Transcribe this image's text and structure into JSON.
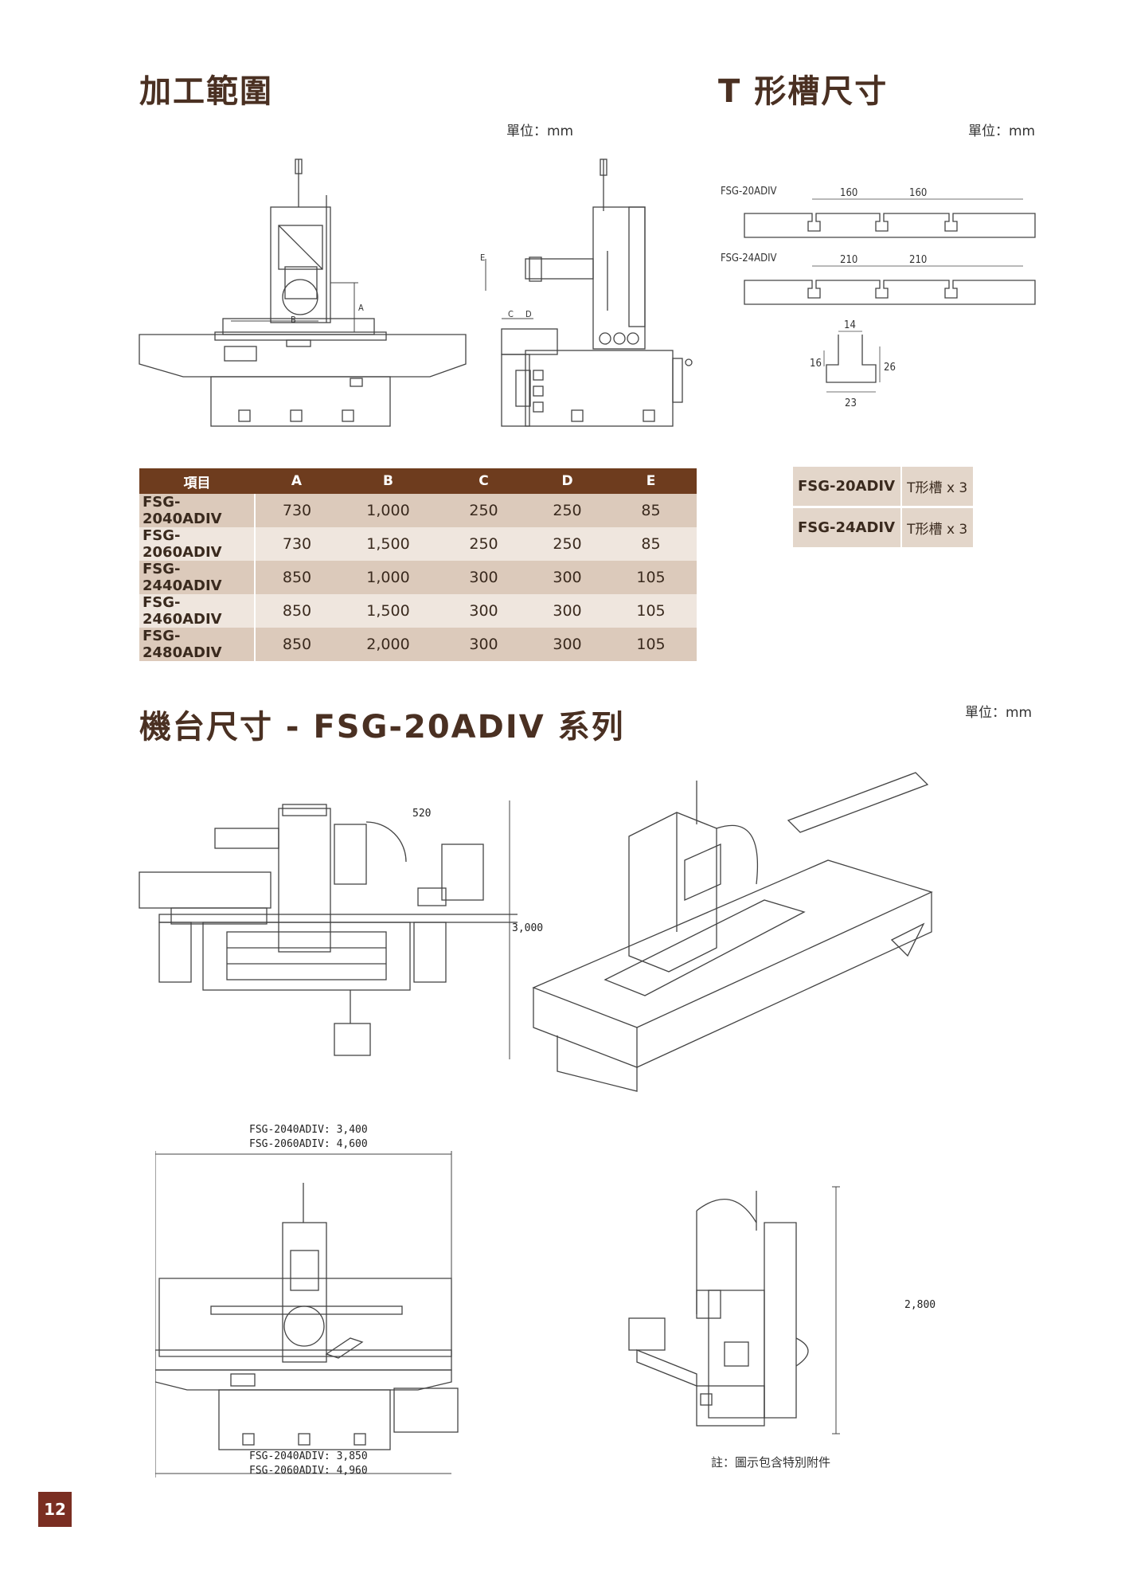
{
  "range_section": {
    "title": "加工範圍",
    "unit": "單位：mm"
  },
  "tslot_section": {
    "title": "T 形槽尺寸",
    "unit": "單位：mm"
  },
  "dims_section": {
    "title": "機台尺寸 - FSG-20ADIV 系列",
    "unit": "單位：mm"
  },
  "range_drawing": {
    "labels": {
      "a": "A",
      "b": "B",
      "c": "C",
      "d": "D",
      "e": "E"
    }
  },
  "tslot_drawing": {
    "model1": "FSG-20ADIV",
    "m1_left": "160",
    "m1_right": "160",
    "model2": "FSG-24ADIV",
    "m2_left": "210",
    "m2_right": "210",
    "top": "14",
    "left": "16",
    "right": "26",
    "bottom": "23"
  },
  "range_table": {
    "headers": [
      "項目",
      "A",
      "B",
      "C",
      "D",
      "E"
    ],
    "rows": [
      [
        "FSG-2040ADIV",
        "730",
        "1,000",
        "250",
        "250",
        "85"
      ],
      [
        "FSG-2060ADIV",
        "730",
        "1,500",
        "250",
        "250",
        "85"
      ],
      [
        "FSG-2440ADIV",
        "850",
        "1,000",
        "300",
        "300",
        "105"
      ],
      [
        "FSG-2460ADIV",
        "850",
        "1,500",
        "300",
        "300",
        "105"
      ],
      [
        "FSG-2480ADIV",
        "850",
        "2,000",
        "300",
        "300",
        "105"
      ]
    ]
  },
  "tslot_table": {
    "rows": [
      [
        "FSG-20ADIV",
        "T形槽 x 3"
      ],
      [
        "FSG-24ADIV",
        "T形槽 x 3"
      ]
    ]
  },
  "machine_dims": {
    "depth_top": "520",
    "height_top": "3,000",
    "width_top_1": "FSG-2040ADIV: 3,400",
    "width_top_2": "FSG-2060ADIV: 4,600",
    "width_bottom_1": "FSG-2040ADIV: 3,850",
    "width_bottom_2": "FSG-2060ADIV: 4,960",
    "height_side": "2,800"
  },
  "footnote": "註：圖示包含特別附件",
  "page_number": "12",
  "colors": {
    "header_brown": "#6e3c1e",
    "title_brown": "#4a3022",
    "page_badge": "#7a2e22"
  }
}
